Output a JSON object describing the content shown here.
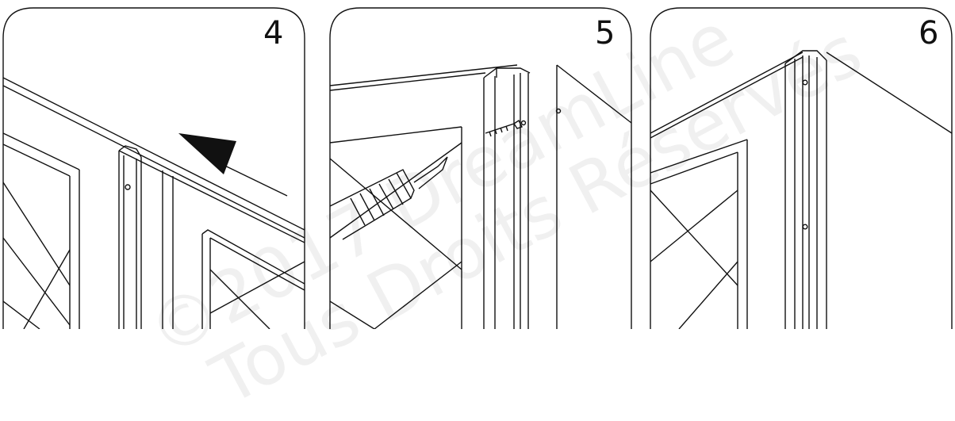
{
  "steps": [
    {
      "number": "4"
    },
    {
      "number": "5"
    },
    {
      "number": "6"
    }
  ],
  "watermark": {
    "line1": "©2017 DreamLine",
    "line2": "Tous Droits Réservés"
  },
  "colors": {
    "stroke": "#111111",
    "watermark": "#0000000f"
  }
}
